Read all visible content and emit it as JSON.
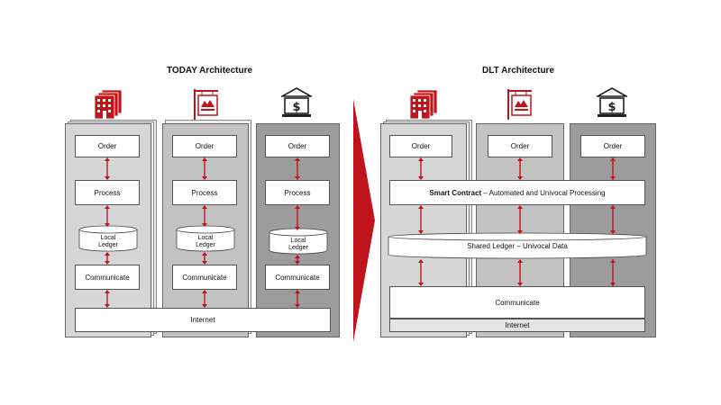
{
  "today": {
    "title": "TODAY Architecture",
    "order": "Order",
    "process": "Process",
    "ledger_line1": "Local",
    "ledger_line2": "Ledger",
    "communicate": "Communicate",
    "internet": "Internet"
  },
  "dlt": {
    "title": "DLT Architecture",
    "order": "Order",
    "smart_contract_bold": "Smart Contract",
    "smart_contract_rest": " – Automated and Univocal Processing",
    "shared_ledger": "Shared Ledger – Univocal Data",
    "communicate": "Communicate",
    "internet": "Internet"
  },
  "icons": [
    "office-building-icon",
    "shop-sign-icon",
    "bank-dollar-icon"
  ],
  "colors": {
    "accent": "#c0141c",
    "column_light": "#d6d6d6",
    "column_mid": "#c2c2c2",
    "column_dark": "#9c9c9c"
  }
}
